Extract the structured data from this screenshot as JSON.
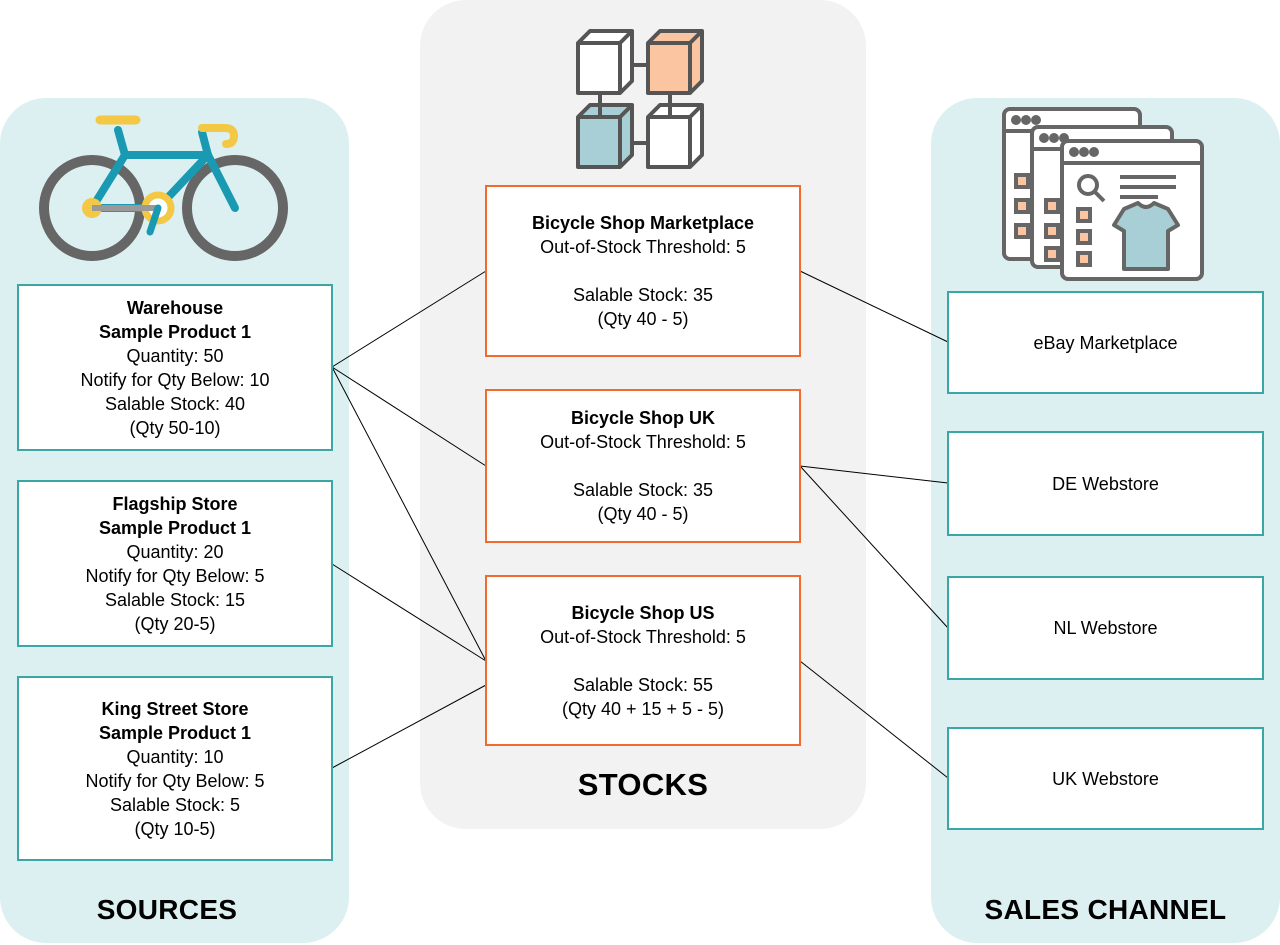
{
  "sources": {
    "title": "SOURCES",
    "items": [
      {
        "name": "Warehouse",
        "product": "Sample Product 1",
        "quantity": "Quantity: 50",
        "notify": "Notify for Qty Below: 10",
        "salable": "Salable Stock: 40",
        "calc": "(Qty 50-10)"
      },
      {
        "name": "Flagship Store",
        "product": "Sample Product 1",
        "quantity": "Quantity: 20",
        "notify": "Notify for Qty Below: 5",
        "salable": "Salable Stock: 15",
        "calc": "(Qty 20-5)"
      },
      {
        "name": "King Street Store",
        "product": "Sample Product 1",
        "quantity": "Quantity: 10",
        "notify": "Notify for Qty Below: 5",
        "salable": "Salable Stock: 5",
        "calc": "(Qty 10-5)"
      }
    ]
  },
  "stocks": {
    "title": "STOCKS",
    "items": [
      {
        "name": "Bicycle Shop Marketplace",
        "threshold": "Out-of-Stock Threshold: 5",
        "salable": "Salable Stock: 35",
        "calc": "(Qty 40 - 5)"
      },
      {
        "name": "Bicycle Shop UK",
        "threshold": "Out-of-Stock Threshold: 5",
        "salable": "Salable Stock: 35",
        "calc": "(Qty 40 - 5)"
      },
      {
        "name": "Bicycle Shop US",
        "threshold": "Out-of-Stock Threshold: 5",
        "salable": "Salable Stock: 55",
        "calc": "(Qty 40 + 15 + 5 - 5)"
      }
    ]
  },
  "channels": {
    "title": "SALES CHANNEL",
    "items": [
      {
        "name": "eBay Marketplace"
      },
      {
        "name": "DE Webstore"
      },
      {
        "name": "NL Webstore"
      },
      {
        "name": "UK Webstore"
      }
    ]
  },
  "colors": {
    "panel_teal": "#dcf0f2",
    "panel_grey": "#f2f2f2",
    "source_border": "#3aa6a6",
    "stock_border": "#f26a30",
    "connector": "#000000"
  },
  "icons": [
    "bicycle-icon",
    "stock-cubes-icon",
    "webstore-windows-icon"
  ]
}
